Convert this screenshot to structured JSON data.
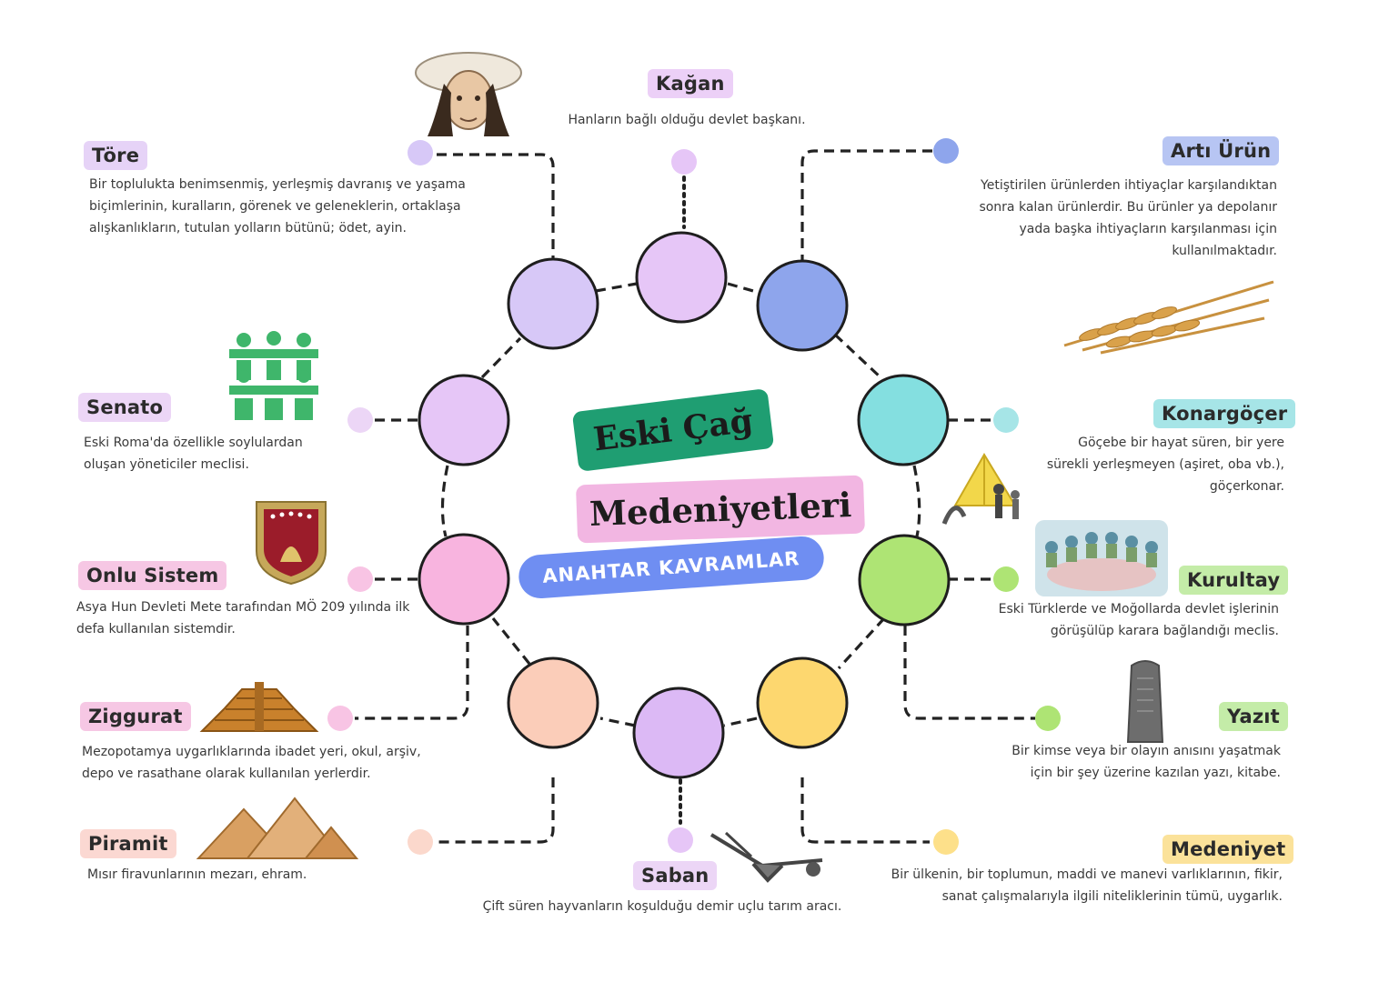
{
  "title": {
    "line1": "Eski Çağ",
    "line2": "Medeniyetleri",
    "pill": "ANAHTAR KAVRAMLAR"
  },
  "colors": {
    "accent_blue": "#6f8ef2",
    "title_green": "#1f9e72",
    "title_pink": "#f2b6e2"
  },
  "concepts": {
    "tore": {
      "label": "Töre",
      "desc": "Bir toplulukta benimsenmiş, yerleşmiş davranış ve yaşama biçimlerinin, kuralların, görenek ve geleneklerin, ortaklaşa alışkanlıkların, tutulan yolların bütünü; ödet, ayin.",
      "color": "#e6d3f7"
    },
    "kagan": {
      "label": "Kağan",
      "desc": "Hanların bağlı olduğu devlet başkanı.",
      "color": "#ecd0f7"
    },
    "arti_urun": {
      "label": "Artı Ürün",
      "desc": "Yetiştirilen ürünlerden ihtiyaçlar karşılandıktan sonra kalan ürünlerdir. Bu ürünler ya depolanır yada başka ihtiyaçların karşılanması için kullanılmaktadır.",
      "color": "#b7c5f3"
    },
    "senato": {
      "label": "Senato",
      "desc": "Eski Roma'da özellikle soylulardan oluşan yöneticiler meclisi.",
      "color": "#ecd6f6"
    },
    "konargocer": {
      "label": "Konargöçer",
      "desc": "Göçebe bir hayat süren, bir yere sürekli yerleşmeyen (aşiret, oba vb.), göçerkonar.",
      "color": "#a6e5e7"
    },
    "onlu_sistem": {
      "label": "Onlu Sistem",
      "desc": "Asya Hun Devleti Mete tarafından MÖ 209 yılında ilk defa kullanılan sistemdir.",
      "color": "#f6c7e4"
    },
    "kurultay": {
      "label": "Kurultay",
      "desc": "Eski Türklerde ve Moğollarda devlet işlerinin görüşülüp karara bağlandığı meclis.",
      "color": "#c4eca8"
    },
    "ziggurat": {
      "label": "Ziggurat",
      "desc": "Mezopotamya uygarlıklarında ibadet yeri, okul, arşiv, depo ve rasathane olarak kullanılan yerlerdir.",
      "color": "#f6c7e4"
    },
    "yazit": {
      "label": "Yazıt",
      "desc": "Bir kimse veya bir olayın anısını yaşatmak için bir şey üzerine kazılan yazı, kitabe.",
      "color": "#c4eca8"
    },
    "piramit": {
      "label": "Piramit",
      "desc": "Mısır firavunlarının mezarı, ehram.",
      "color": "#fbd8d2"
    },
    "saban": {
      "label": "Saban",
      "desc": "Çift süren hayvanların koşulduğu demir uçlu tarım aracı.",
      "color": "#ecd6f6"
    },
    "medeniyet": {
      "label": "Medeniyet",
      "desc": "Bir ülkenin, bir toplumun, maddi ve manevi varlıklarının, fikir, sanat çalışmalarıyla ilgili niteliklerinin tümü, uygarlık.",
      "color": "#fbe29a"
    }
  },
  "nodes": [
    {
      "name": "tore-node",
      "fill": "#d7c8f7"
    },
    {
      "name": "kagan-node",
      "fill": "#e6c6f7"
    },
    {
      "name": "arti-urun-node",
      "fill": "#8ea5ec"
    },
    {
      "name": "konargocer-node",
      "fill": "#84dfe0"
    },
    {
      "name": "kurultay-node",
      "fill": "#aee474"
    },
    {
      "name": "medeniyet-node",
      "fill": "#fdd76f"
    },
    {
      "name": "saban-node",
      "fill": "#dcb9f5"
    },
    {
      "name": "piramit-node",
      "fill": "#fbcdb9"
    },
    {
      "name": "ziggurat-node",
      "fill": "#f8b4df"
    },
    {
      "name": "onlu-sistem-node",
      "fill": "#f8b4df"
    },
    {
      "name": "senato-node",
      "fill": "#e6c6f7"
    }
  ]
}
